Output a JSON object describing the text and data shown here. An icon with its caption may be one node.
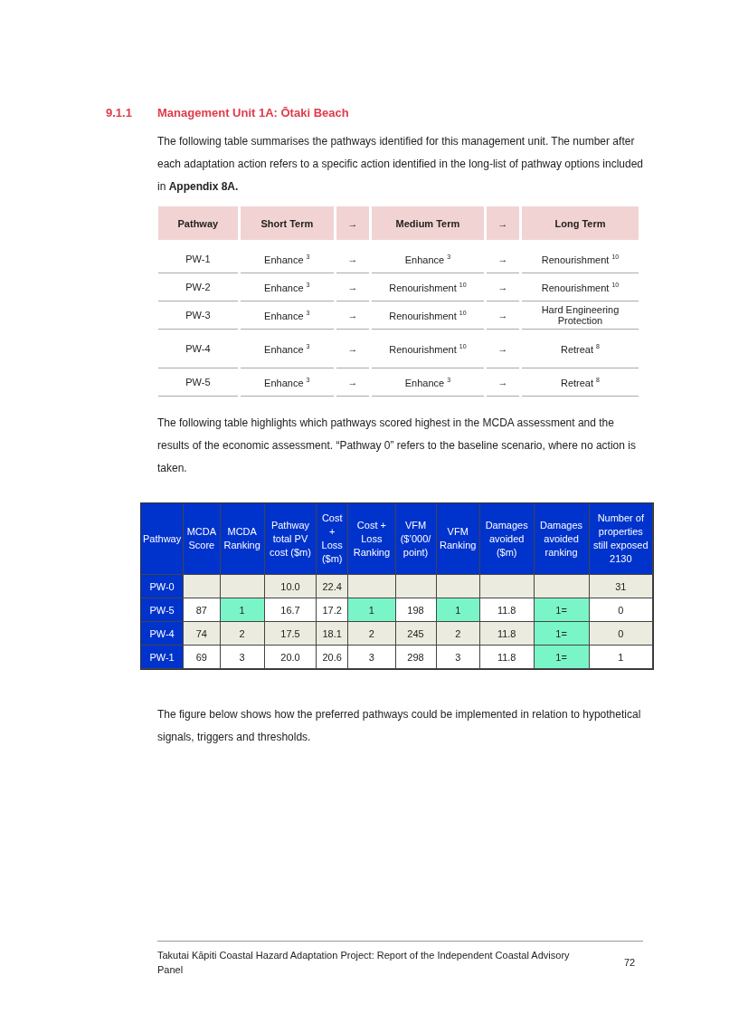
{
  "diagram": {
    "title": "Management Unit 1A: Ōtaki Beach",
    "labels": [
      "9.1.1",
      "The following table summarises the pathways identified for this management unit. The number after each adaptation action refers to a specific action identified in the long-list of pathway options included in **Appendix 8A.**",
      "Pathway",
      "Short Term",
      "→",
      "Medium Term",
      "→",
      "Long Term",
      "PW-1",
      "Enhance $^{3}$",
      "→",
      "Enhance $^{3}$",
      "→",
      "Renourishment $^{10}$",
      "PW-2",
      "Enhance $^{3}$",
      "→",
      "Renourishment $^{10}$",
      "→",
      "Renourishment $^{10}$",
      "PW-3",
      "Enhance $^{3}$",
      "→",
      "Renourishment $^{10}$",
      "→",
      "Hard Engineering Protection",
      "PW-4",
      "Enhance $^{3}$",
      "→",
      "Renourishment $^{10}$",
      "→",
      "Retreat $^{8}$",
      "PW-5",
      "Enhance $^{3}$",
      "→",
      "Enhance $^{3}$",
      "→",
      "Retreat $^{8}$",
      "The following table highlights which pathways scored highest in the MCDA assessment and the results of the economic assessment. “Pathway 0” refers to the baseline scenario, where no action is taken.",
      "Pathway",
      "MCDA Score",
      "MCDA Ranking",
      "Pathway total PV cost ($m)",
      "Cost + Loss ($m)",
      "Cost + Loss Ranking",
      "VFM ($’000/ point)",
      "VFM Ranking",
      "Damages avoided ($m)",
      "Damages avoided ranking",
      "Number of properties still exposed 2130",
      "PW-0",
      "10.0",
      "22.4",
      "31",
      "PW-5",
      "87",
      "1",
      "16.7",
      "17.2",
      "1",
      "198",
      "1",
      "11.8",
      "1=",
      "0",
      "PW-4",
      "74",
      "2",
      "17.5",
      "18.1",
      "2",
      "245",
      "2",
      "11.8",
      "1=",
      "0",
      "PW-1",
      "69",
      "3",
      "20.0",
      "20.6",
      "3",
      "298",
      "3",
      "11.8",
      "1=",
      "1",
      "The figure below shows how the preferred pathways could be implemented in relation to hypothetical signals, triggers and thresholds.",
      "Takutai Kāpiti Coastal Hazard Adaptation Project: Report of the Independent Coastal Advisory Panel",
      "72"
    ]
  }
}
